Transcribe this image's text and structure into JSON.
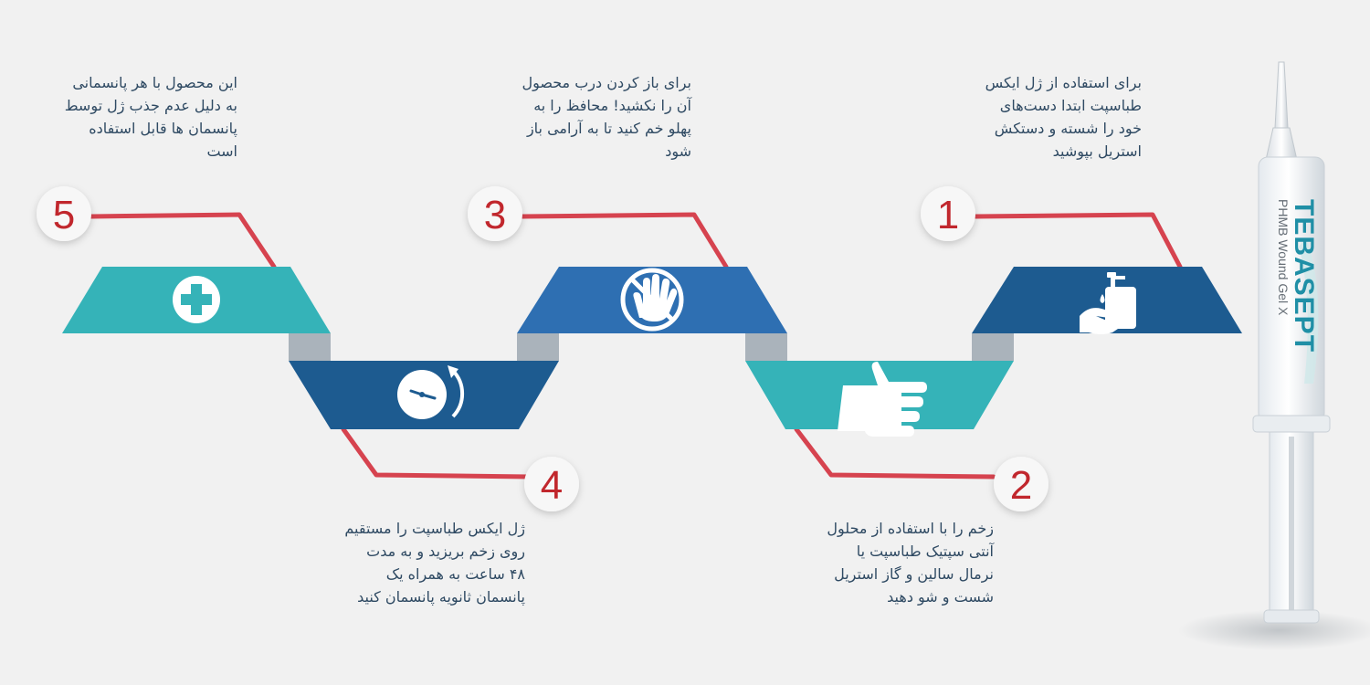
{
  "steps": [
    {
      "number": "1",
      "text": "برای استفاده از ژل ایکس\nطباسپت ابتدا دست‌های\nخود را شسته و دستکش\nاستریل بپوشید",
      "icon": "hand-wash-icon",
      "color": "#1d5b90"
    },
    {
      "number": "2",
      "text": "زخم را با استفاده از محلول\nآنتی سپتیک طباسپت یا\nنرمال سالین و گاز استریل\nشست و شو دهید",
      "icon": "hand-drop-icon",
      "color": "#35b3b8"
    },
    {
      "number": "3",
      "text": "برای باز کردن درب محصول\nآن را نکشید! محافظ را به\nپهلو خم کنید تا به آرامی باز\nشود",
      "icon": "no-pull-icon",
      "color": "#2e6fb2"
    },
    {
      "number": "4",
      "text": "ژل ایکس طباسپت را مستقیم\nروی زخم بریزید و به مدت\n۴۸ ساعت به همراه یک\nپانسمان ثانویه پانسمان کنید",
      "icon": "clock-icon",
      "color": "#1d5b90"
    },
    {
      "number": "5",
      "text": "این محصول با هر پانسمانی\nبه دلیل عدم جذب ژل توسط\nپانسمان ها قابل استفاده\nاست",
      "icon": "plus-icon",
      "color": "#35b3b8"
    }
  ],
  "product": {
    "brand": "TEBASEPT",
    "subtitle": "PHMB Wound Gel X"
  },
  "colors": {
    "line": "#d6434f",
    "number": "#c1272d",
    "fold": "#aab3bb"
  }
}
